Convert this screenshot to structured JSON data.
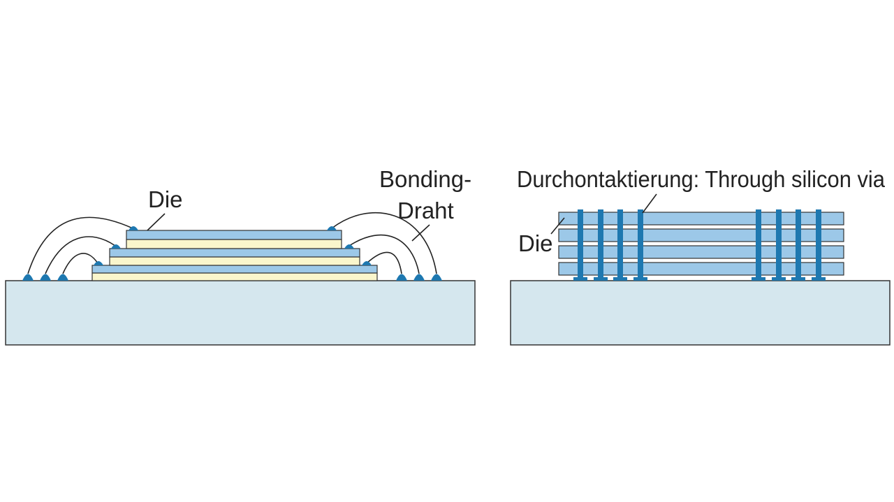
{
  "labels": {
    "left_die": "Die",
    "bonding_line1": "Bonding-",
    "bonding_line2": "Draht",
    "tsv": "Durchontaktierung: Through silicon via",
    "right_die": "Die"
  },
  "colors": {
    "substrate": "#d5e7ee",
    "die": "#9cc8e8",
    "spacer": "#faf6cc",
    "bond_pad": "#1e78b0",
    "via": "#1e78b0",
    "outline": "#222222"
  }
}
